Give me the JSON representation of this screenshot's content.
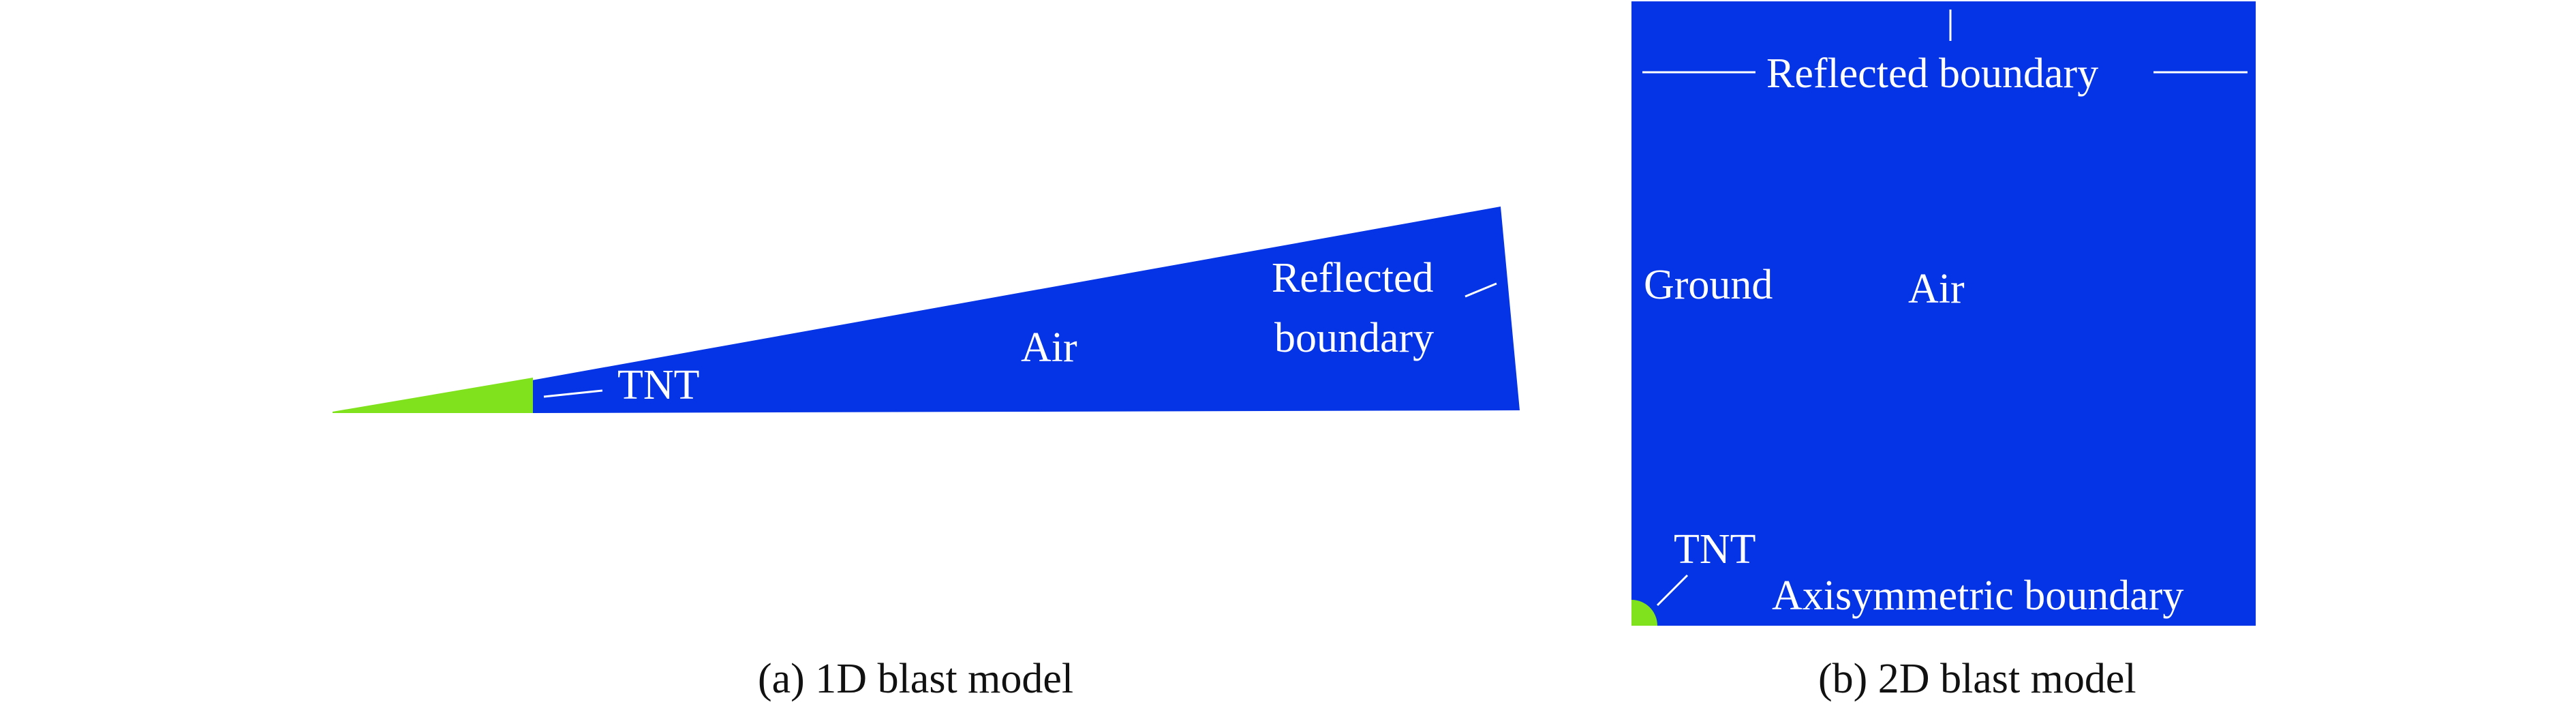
{
  "colors": {
    "air": "#0533e6",
    "tnt": "#7fe21c",
    "label_on_air": "#ffffff",
    "caption": "#111111",
    "background": "#ffffff"
  },
  "panel_a": {
    "tnt_label": "TNT",
    "air_label": "Air",
    "reflected_label_line1": "Reflected",
    "reflected_label_line2": "boundary",
    "caption": "(a) 1D blast model"
  },
  "panel_b": {
    "reflected_label": "Reflected boundary",
    "ground_label": "Ground",
    "air_label": "Air",
    "tnt_label": "TNT",
    "axisymmetric_label": "Axisymmetric boundary",
    "caption": "(b) 2D blast model"
  }
}
